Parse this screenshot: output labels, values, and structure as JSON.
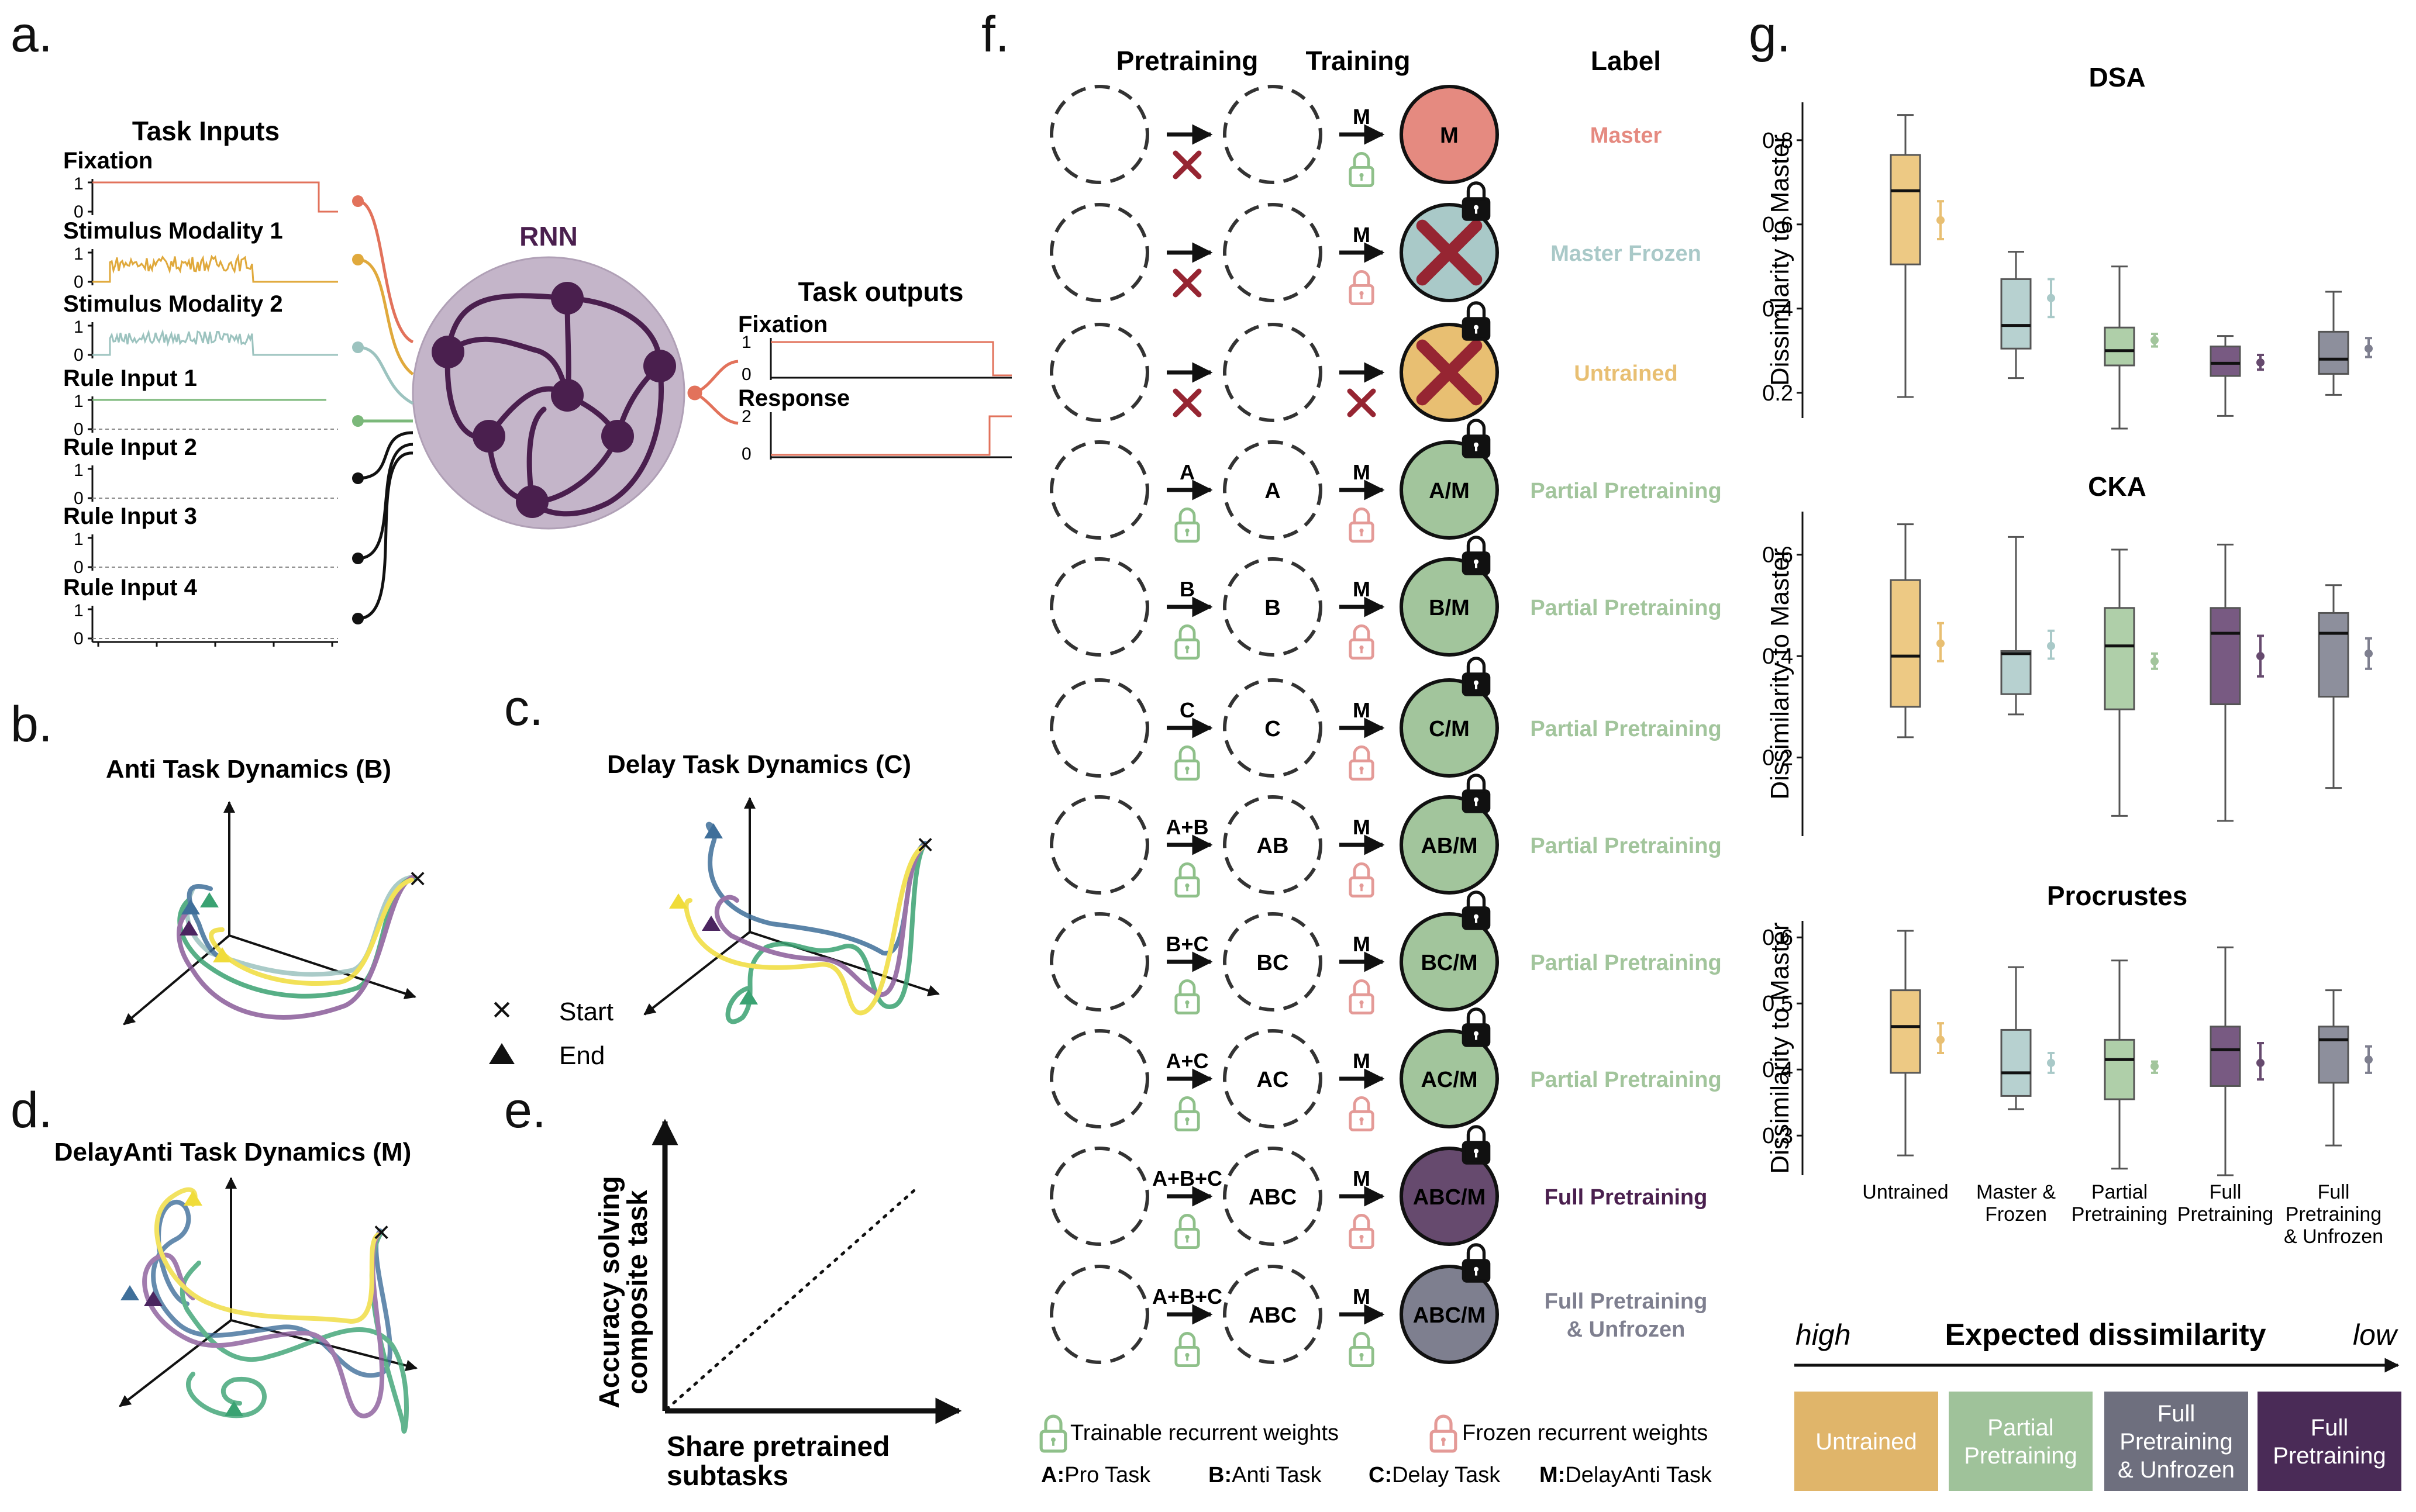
{
  "panel_letters": {
    "a": "a.",
    "b": "b.",
    "c": "c.",
    "d": "d.",
    "e": "e.",
    "f": "f.",
    "g": "g."
  },
  "panel_a": {
    "task_inputs_title": "Task Inputs",
    "inputs": [
      "Fixation",
      "Stimulus Modality 1",
      "Stimulus Modality 2",
      "Rule Input 1",
      "Rule Input 2",
      "Rule Input 3",
      "Rule Input 4"
    ],
    "rnn_label": "RNN",
    "task_outputs_title": "Task outputs",
    "outputs": [
      "Fixation",
      "Response"
    ],
    "tick_0": "0",
    "tick_1": "1",
    "tick_2": "2"
  },
  "panel_b": {
    "title": "Anti Task Dynamics (B)"
  },
  "panel_c": {
    "title": "Delay Task Dynamics (C)"
  },
  "panel_d": {
    "title": "DelayAnti Task Dynamics (M)"
  },
  "legend_traj": {
    "start": "Start",
    "end": "End"
  },
  "panel_e": {
    "ylabel_1": "Accuracy solving",
    "ylabel_2": "composite task",
    "xlabel_1": "Share pretrained",
    "xlabel_2": "subtasks"
  },
  "panel_f": {
    "col_pretraining": "Pretraining",
    "col_training": "Training",
    "col_label": "Label",
    "rows": [
      {
        "pre": "",
        "mid": "",
        "train": "M",
        "node": "M",
        "label": "Master",
        "color": "#e58a80"
      },
      {
        "pre": "",
        "mid": "",
        "train": "M",
        "node": "",
        "label": "Master Frozen",
        "color": "#a9c9c8"
      },
      {
        "pre": "",
        "mid": "",
        "train": "",
        "node": "",
        "label": "Untrained",
        "color": "#e8bf72"
      },
      {
        "pre": "A",
        "mid": "A",
        "train": "M",
        "node": "A/M",
        "label": "Partial Pretraining",
        "color": "#a2c59c"
      },
      {
        "pre": "B",
        "mid": "B",
        "train": "M",
        "node": "B/M",
        "label": "Partial Pretraining",
        "color": "#a2c59c"
      },
      {
        "pre": "C",
        "mid": "C",
        "train": "M",
        "node": "C/M",
        "label": "Partial Pretraining",
        "color": "#a2c59c"
      },
      {
        "pre": "A+B",
        "mid": "AB",
        "train": "M",
        "node": "AB/M",
        "label": "Partial Pretraining",
        "color": "#a2c59c"
      },
      {
        "pre": "B+C",
        "mid": "BC",
        "train": "M",
        "node": "BC/M",
        "label": "Partial Pretraining",
        "color": "#a2c59c"
      },
      {
        "pre": "A+C",
        "mid": "AC",
        "train": "M",
        "node": "AC/M",
        "label": "Partial Pretraining",
        "color": "#a2c59c"
      },
      {
        "pre": "A+B+C",
        "mid": "ABC",
        "train": "M",
        "node": "ABC/M",
        "label": "Full Pretraining",
        "color": "#664a6e"
      },
      {
        "pre": "A+B+C",
        "mid": "ABC",
        "train": "M",
        "node": "ABC/M",
        "label_1": "Full Pretraining",
        "label_2": "& Unfrozen",
        "color": "#7e7f8f"
      }
    ],
    "legend_trainable": "Trainable recurrent weights",
    "legend_frozen": "Frozen recurrent weights",
    "key_a_letter": "A:",
    "key_a": "Pro Task",
    "key_b_letter": "B:",
    "key_b": "Anti Task",
    "key_c_letter": "C:",
    "key_c": "Delay Task",
    "key_m_letter": "M:",
    "key_m": "DelayAnti Task"
  },
  "chart_data": [
    {
      "type": "box",
      "title": "DSA",
      "ylabel": "Dissimilarity to Master",
      "yticks": [
        "0.2",
        "0.4",
        "0.6",
        "0.8"
      ],
      "ylim": [
        0.14,
        0.89
      ],
      "categories": [
        "Untrained",
        "Master & Frozen",
        "Partial Pretraining",
        "Full Pretraining",
        "Full Pretraining & Unfrozen"
      ],
      "boxes": [
        {
          "min": 0.19,
          "q1": 0.505,
          "median": 0.68,
          "q3": 0.765,
          "max": 0.86,
          "mean": 0.61,
          "ci": [
            0.565,
            0.655
          ]
        },
        {
          "min": 0.235,
          "q1": 0.305,
          "median": 0.36,
          "q3": 0.47,
          "max": 0.535,
          "mean": 0.425,
          "ci": [
            0.38,
            0.47
          ]
        },
        {
          "min": 0.115,
          "q1": 0.265,
          "median": 0.3,
          "q3": 0.355,
          "max": 0.5,
          "mean": 0.325,
          "ci": [
            0.31,
            0.34
          ]
        },
        {
          "min": 0.145,
          "q1": 0.24,
          "median": 0.27,
          "q3": 0.31,
          "max": 0.335,
          "mean": 0.272,
          "ci": [
            0.255,
            0.29
          ]
        },
        {
          "min": 0.195,
          "q1": 0.245,
          "median": 0.28,
          "q3": 0.345,
          "max": 0.44,
          "mean": 0.305,
          "ci": [
            0.285,
            0.33
          ]
        }
      ]
    },
    {
      "type": "box",
      "title": "CKA",
      "ylabel": "Dissimilarity to Master",
      "yticks": [
        "0.2",
        "0.4",
        "0.6"
      ],
      "ylim": [
        0.045,
        0.685
      ],
      "categories": [
        "Untrained",
        "Master & Frozen",
        "Partial Pretraining",
        "Full Pretraining",
        "Full Pretraining & Unfrozen"
      ],
      "boxes": [
        {
          "min": 0.24,
          "q1": 0.3,
          "median": 0.4,
          "q3": 0.55,
          "max": 0.66,
          "mean": 0.425,
          "ci": [
            0.39,
            0.465
          ]
        },
        {
          "min": 0.285,
          "q1": 0.325,
          "median": 0.405,
          "q3": 0.41,
          "max": 0.635,
          "mean": 0.42,
          "ci": [
            0.395,
            0.45
          ]
        },
        {
          "min": 0.085,
          "q1": 0.295,
          "median": 0.42,
          "q3": 0.495,
          "max": 0.61,
          "mean": 0.39,
          "ci": [
            0.375,
            0.405
          ]
        },
        {
          "min": 0.075,
          "q1": 0.305,
          "median": 0.445,
          "q3": 0.495,
          "max": 0.62,
          "mean": 0.4,
          "ci": [
            0.36,
            0.44
          ]
        },
        {
          "min": 0.14,
          "q1": 0.32,
          "median": 0.445,
          "q3": 0.485,
          "max": 0.54,
          "mean": 0.405,
          "ci": [
            0.375,
            0.435
          ]
        }
      ]
    },
    {
      "type": "box",
      "title": "Procrustes",
      "ylabel": "Dissimilarity to Master",
      "yticks": [
        "0.3",
        "0.4",
        "0.5",
        "0.6"
      ],
      "ylim": [
        0.24,
        0.625
      ],
      "categories": [
        "Untrained",
        "Master & Frozen",
        "Partial Pretraining",
        "Full Pretraining",
        "Full Pretraining & Unfrozen"
      ],
      "boxes": [
        {
          "min": 0.27,
          "q1": 0.395,
          "median": 0.465,
          "q3": 0.52,
          "max": 0.61,
          "mean": 0.445,
          "ci": [
            0.425,
            0.47
          ]
        },
        {
          "min": 0.34,
          "q1": 0.36,
          "median": 0.395,
          "q3": 0.46,
          "max": 0.555,
          "mean": 0.41,
          "ci": [
            0.395,
            0.425
          ]
        },
        {
          "min": 0.25,
          "q1": 0.355,
          "median": 0.415,
          "q3": 0.445,
          "max": 0.565,
          "mean": 0.405,
          "ci": [
            0.395,
            0.412
          ]
        },
        {
          "min": 0.24,
          "q1": 0.375,
          "median": 0.43,
          "q3": 0.465,
          "max": 0.585,
          "mean": 0.41,
          "ci": [
            0.385,
            0.44
          ]
        },
        {
          "min": 0.285,
          "q1": 0.38,
          "median": 0.445,
          "q3": 0.465,
          "max": 0.52,
          "mean": 0.415,
          "ci": [
            0.395,
            0.435
          ]
        }
      ]
    }
  ],
  "panel_g": {
    "xlabels": [
      [
        "Untrained"
      ],
      [
        "Master &",
        "Frozen"
      ],
      [
        "Partial",
        "Pretraining"
      ],
      [
        "Full",
        "Pretraining"
      ],
      [
        "Full",
        "Pretraining",
        "& Unfrozen"
      ]
    ],
    "box_colors": [
      "#e8bf72",
      "#a9c9c8",
      "#a2c59c",
      "#664a6e",
      "#7e7f8f"
    ],
    "box_fill_colors": [
      "#edc984",
      "#b7d1d0",
      "#afcfa9",
      "#785a82",
      "#8d8f9c"
    ],
    "expected_high": "high",
    "expected_title": "Expected dissimilarity",
    "expected_low": "low",
    "scale_boxes": [
      {
        "lines": [
          "Untrained"
        ],
        "color": "#e0b56a"
      },
      {
        "lines": [
          "Partial",
          "Pretraining"
        ],
        "color": "#9fc29a"
      },
      {
        "lines": [
          "Full",
          "Pretraining",
          "& Unfrozen"
        ],
        "color": "#6e6f7e"
      },
      {
        "lines": [
          "Full",
          "Pretraining"
        ],
        "color": "#4a2b57"
      }
    ]
  },
  "colors": {
    "fixation": "#e2725b",
    "stim1": "#e0a93c",
    "stim2": "#9cc3bf",
    "rule1": "#7bb87a",
    "rnn_fill": "#c4b5c9",
    "rnn_node": "#4a1f4e",
    "lock_green": "#8fc08a",
    "lock_red": "#e49a97",
    "cross_red": "#962532",
    "traj_blue": "#3f6f9a",
    "traj_purple": "#4b2560",
    "traj_green": "#3aa272",
    "traj_yellow": "#f0dc3a"
  }
}
